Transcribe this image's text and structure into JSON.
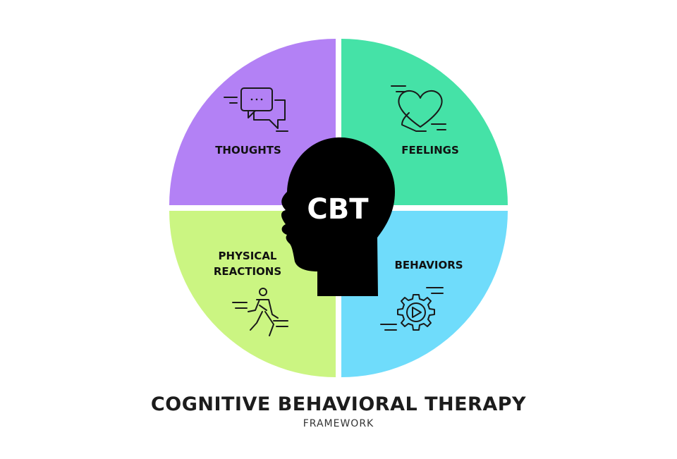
{
  "center": {
    "label": "CBT"
  },
  "quadrants": {
    "thoughts": {
      "label": "THOUGHTS",
      "color": "#b381f5",
      "icon": "speech-bubbles-icon"
    },
    "feelings": {
      "label": "FEELINGS",
      "color": "#45e2a7",
      "icon": "heart-icon"
    },
    "physical": {
      "label_line1": "PHYSICAL",
      "label_line2": "REACTIONS",
      "color": "#cbf582",
      "icon": "running-person-icon"
    },
    "behaviors": {
      "label": "BEHAVIORS",
      "color": "#6fdcfb",
      "icon": "gear-play-icon"
    }
  },
  "head_color": "#000000",
  "title": "COGNITIVE BEHAVIORAL THERAPY",
  "subtitle": "FRAMEWORK"
}
